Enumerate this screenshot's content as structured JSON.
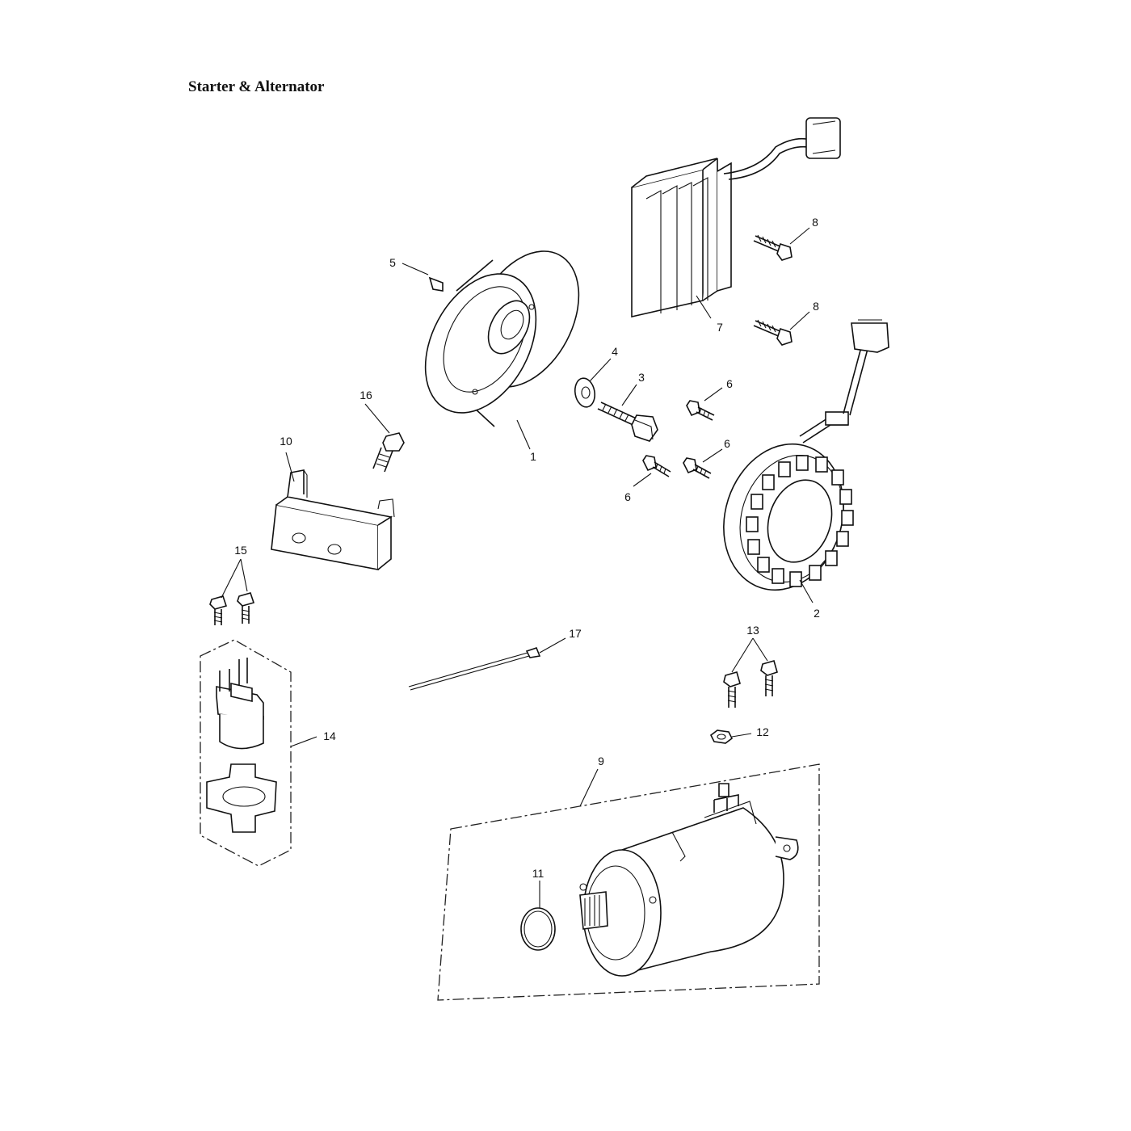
{
  "title": "Starter & Alternator",
  "callouts": [
    {
      "id": "c1",
      "text": "1"
    },
    {
      "id": "c2",
      "text": "2"
    },
    {
      "id": "c3",
      "text": "3"
    },
    {
      "id": "c4",
      "text": "4"
    },
    {
      "id": "c5",
      "text": "5"
    },
    {
      "id": "c6a",
      "text": "6"
    },
    {
      "id": "c6b",
      "text": "6"
    },
    {
      "id": "c6c",
      "text": "6"
    },
    {
      "id": "c7",
      "text": "7"
    },
    {
      "id": "c8a",
      "text": "8"
    },
    {
      "id": "c8b",
      "text": "8"
    },
    {
      "id": "c9",
      "text": "9"
    },
    {
      "id": "c10",
      "text": "10"
    },
    {
      "id": "c11",
      "text": "11"
    },
    {
      "id": "c12",
      "text": "12"
    },
    {
      "id": "c13",
      "text": "13"
    },
    {
      "id": "c14",
      "text": "14"
    },
    {
      "id": "c15",
      "text": "15"
    },
    {
      "id": "c16",
      "text": "16"
    },
    {
      "id": "c17",
      "text": "17"
    }
  ]
}
